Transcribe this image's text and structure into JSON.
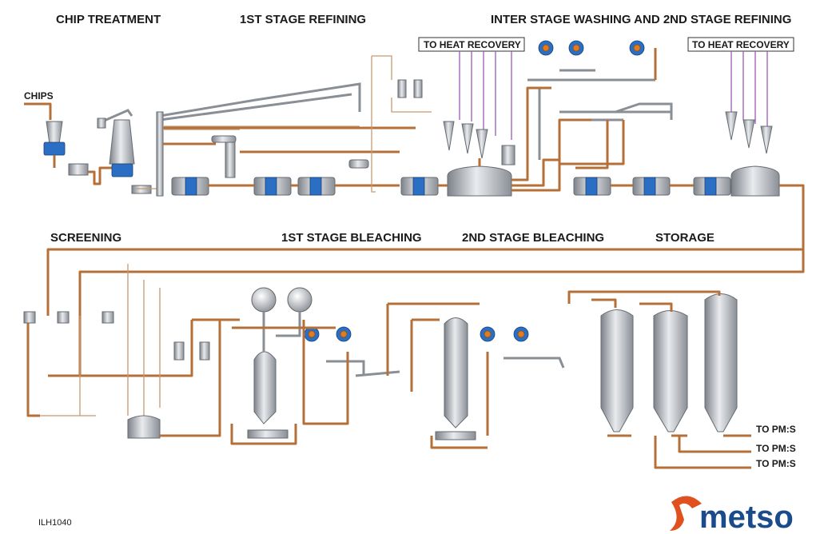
{
  "sections": {
    "chip_treatment": "CHIP TREATMENT",
    "first_stage_refining": "1ST STAGE REFINING",
    "inter_stage": "INTER STAGE WASHING AND 2ND STAGE REFINING",
    "screening": "SCREENING",
    "first_stage_bleaching": "1ST STAGE BLEACHING",
    "second_stage_bleaching": "2ND STAGE BLEACHING",
    "storage": "STORAGE"
  },
  "labels": {
    "chips": "CHIPS",
    "heat_recovery_1": "TO HEAT RECOVERY",
    "heat_recovery_2": "TO HEAT RECOVERY",
    "to_pm_1": "TO PM:S",
    "to_pm_2": "TO PM:S",
    "to_pm_3": "TO PM:S"
  },
  "footer": {
    "drawing_id": "ILH1040"
  },
  "logo": {
    "text": "metso"
  },
  "colors": {
    "stock_line": "#b5703a",
    "thin_line": "#c79a72",
    "steam_line": "#9b59b6",
    "equipment_blue": "#2a6fc4",
    "logo_orange": "#e0511f",
    "logo_blue": "#1a4c8c"
  }
}
